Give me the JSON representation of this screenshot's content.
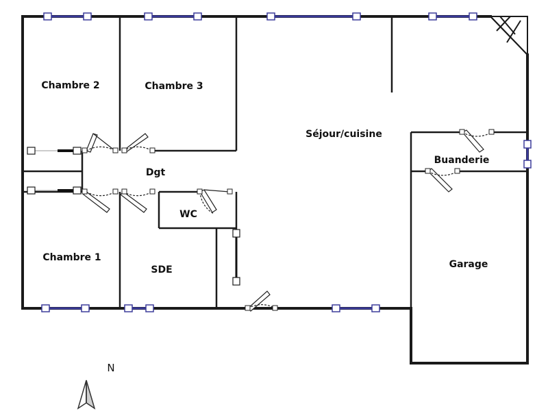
{
  "rooms": {
    "chambre2": "Chambre 2",
    "chambre3": "Chambre 3",
    "sejour": "Séjour/cuisine",
    "buanderie": "Buanderie",
    "dgt": "Dgt",
    "wc": "WC",
    "chambre1": "Chambre 1",
    "sde": "SDE",
    "garage": "Garage"
  },
  "compass": {
    "north": "N"
  },
  "colors": {
    "wall": "#1a1a1a",
    "window": "#3b3b9a",
    "door_arc": "#222222"
  }
}
